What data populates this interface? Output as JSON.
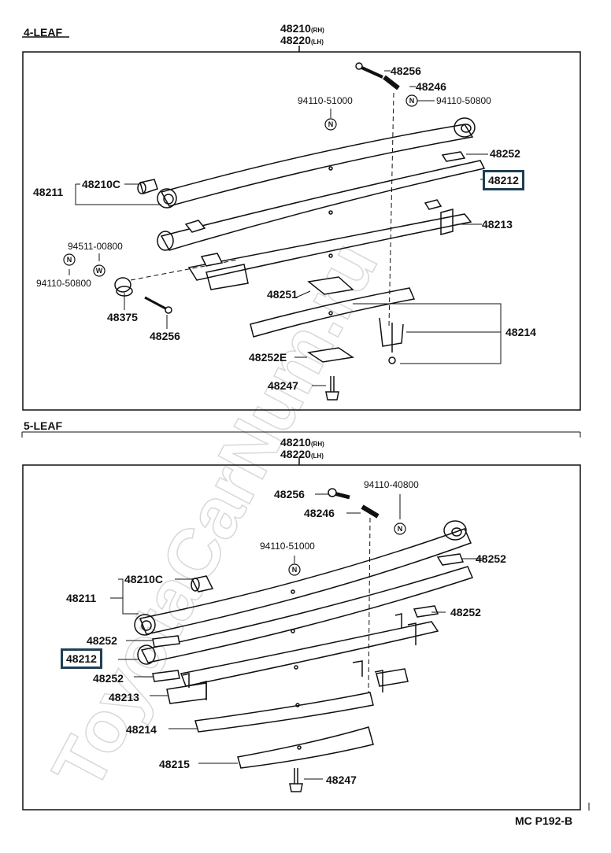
{
  "figure_code": "MC  P192-B",
  "watermark": "ToyotaCarNum.ru",
  "four_leaf": {
    "title": "4-LEAF",
    "assembly_rh": "48210",
    "assembly_rh_suffix": "(RH)",
    "assembly_lh": "48220",
    "assembly_lh_suffix": "(LH)",
    "labels": {
      "p48256_top": "48256",
      "p48246": "48246",
      "p94110_51000": "94110-51000",
      "p94110_50800_top": "94110-50800",
      "p48252": "48252",
      "p48212": "48212",
      "p48211": "48211",
      "p48210c": "48210C",
      "p48213": "48213",
      "p94511": "94511-00800",
      "p94110_50800_left": "94110-50800",
      "p48251": "48251",
      "p48375": "48375",
      "p48256_bottom": "48256",
      "p48214": "48214",
      "p48252e": "48252E",
      "p48247": "48247"
    },
    "symbols": {
      "n": "N",
      "w": "W"
    }
  },
  "five_leaf": {
    "title": "5-LEAF",
    "assembly_rh": "48210",
    "assembly_rh_suffix": "(RH)",
    "assembly_lh": "48220",
    "assembly_lh_suffix": "(LH)",
    "labels": {
      "p48256": "48256",
      "p94110_40800": "94110-40800",
      "p48246": "48246",
      "p94110_51000": "94110-51000",
      "p48252_top": "48252",
      "p48210c": "48210C",
      "p48211": "48211",
      "p48252_mid": "48252",
      "p48252_left": "48252",
      "p48212": "48212",
      "p48252_low": "48252",
      "p48213": "48213",
      "p48214": "48214",
      "p48215": "48215",
      "p48247": "48247"
    },
    "symbols": {
      "n": "N"
    }
  }
}
